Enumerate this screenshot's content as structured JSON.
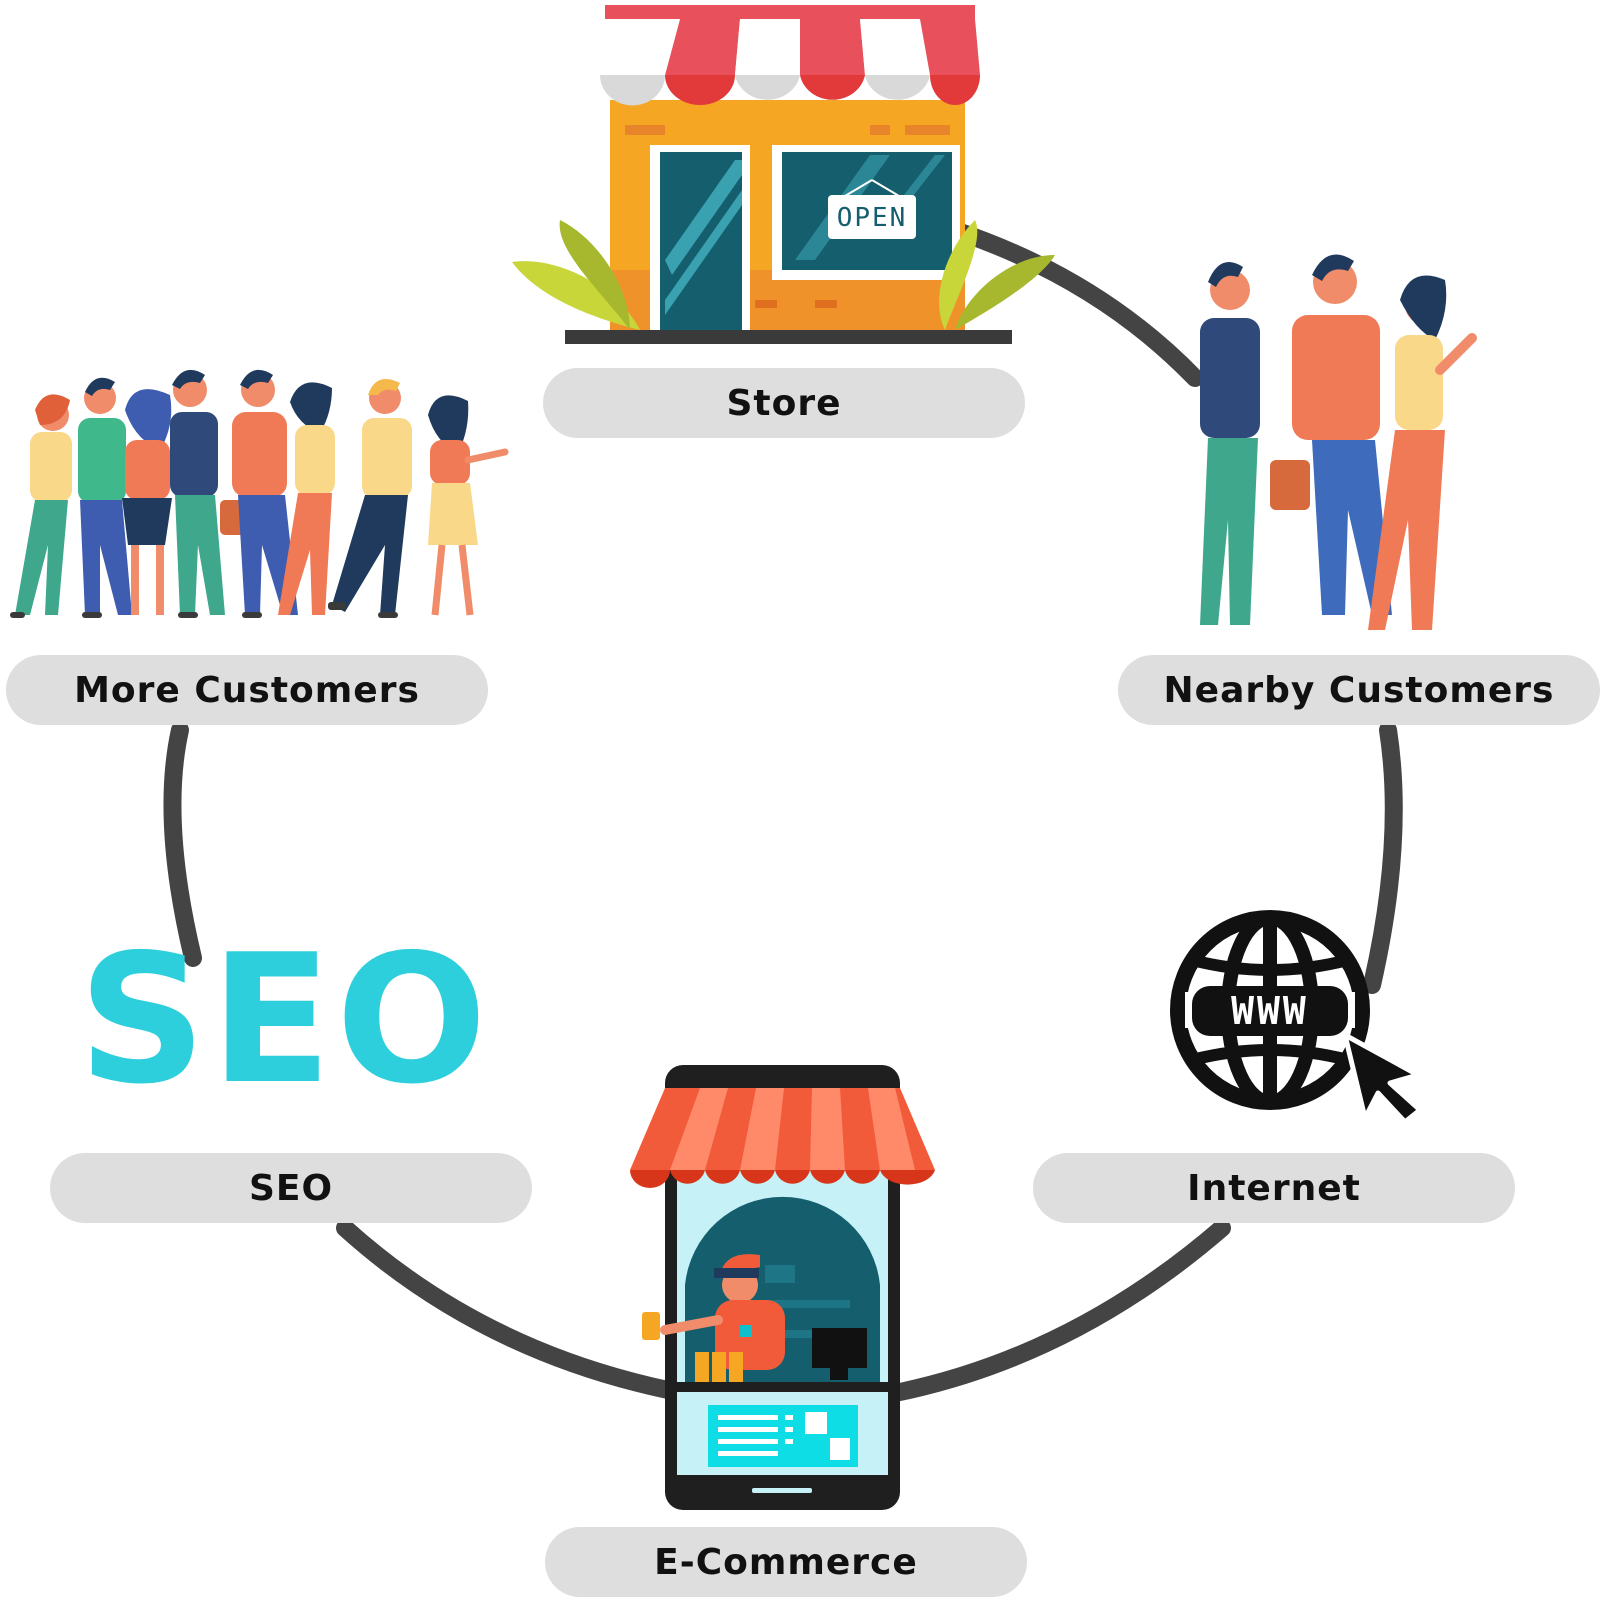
{
  "nodes": [
    {
      "id": "store",
      "label": "Store",
      "icon": "storefront-icon"
    },
    {
      "id": "nearby",
      "label": "Nearby Customers",
      "icon": "couple-customers-icon"
    },
    {
      "id": "internet",
      "label": "Internet",
      "icon": "globe-www-icon"
    },
    {
      "id": "ecommerce",
      "label": "E-Commerce",
      "icon": "phone-shop-icon"
    },
    {
      "id": "seo",
      "label": "SEO",
      "icon": "seo-text-icon"
    },
    {
      "id": "more",
      "label": "More Customers",
      "icon": "crowd-icon"
    }
  ],
  "store_sign": "OPEN",
  "globe_text": "WWW",
  "seo_graphic_text": "SEO",
  "colors": {
    "ring": "#444444",
    "pill": "#dedede",
    "seo_cyan": "#2ecfdc",
    "awning_red": "#e8505b",
    "store_orange": "#f5a623",
    "glass_teal": "#145e6e"
  }
}
